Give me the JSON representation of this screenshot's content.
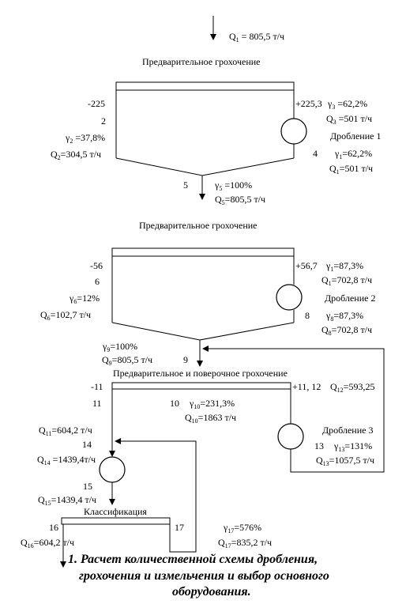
{
  "flow_in": {
    "q1": "Q",
    "q1_sub": "1",
    "q1_val": " = 805,5 т/ч"
  },
  "stage1": {
    "title": "Предварительное грохочение",
    "minus": "-225",
    "node2": "2",
    "g2": "γ",
    "g2_sub": "2",
    "g2_val": " =37,8%",
    "q2": "Q",
    "q2_sub": "2",
    "q2_val": "=304,5 т/ч",
    "plus": "+225,3",
    "g3": "γ",
    "g3_sub": "3",
    "g3_val": " =62,2%",
    "q3": "Q",
    "q3_sub": "3",
    "q3_val": " =501 т/ч",
    "crusher": "Дробление 1",
    "node4": "4",
    "g1": "γ",
    "g1_sub": "1",
    "g1_val": "=62,2%",
    "q1b": "Q",
    "q1b_sub": "1",
    "q1b_val": "=501 т/ч",
    "node5": "5",
    "g5": "γ",
    "g5_sub": "5",
    "g5_val": " =100%",
    "q5": "Q",
    "q5_sub": "5",
    "q5_val": "=805,5 т/ч"
  },
  "stage2": {
    "title": "Предварительное грохочение",
    "minus": "-56",
    "node6": "6",
    "g6": "γ",
    "g6_sub": "6",
    "g6_val": "=12%",
    "q6": "Q",
    "q6_sub": "6",
    "q6_val": "=102,7 т/ч",
    "plus": "+56,7",
    "g1": "γ",
    "g1_sub": "1",
    "g1_val": "=87,3%",
    "q1": "Q",
    "q1_sub": "1",
    "q1_val": "=702,8 т/ч",
    "crusher": "Дробление 2",
    "node8": "8",
    "g8": "γ",
    "g8_sub": "8",
    "g8_val": "=87,3%",
    "q8": "Q",
    "q8_sub": "8",
    "q8_val": "=702,8 т/ч",
    "g9": "γ",
    "g9_sub": "9",
    "g9_val": "=100%",
    "q9": "Q",
    "q9_sub": "9",
    "q9_val": "=805,5 т/ч",
    "node9": "9"
  },
  "stage3": {
    "title": "Предварительное и поверочное грохочение",
    "minus": "-11",
    "node11": "11",
    "plus": "+11, 12",
    "q12": "Q",
    "q12_sub": "12",
    "q12_val": "=593,25",
    "node10": "10",
    "g10": "γ",
    "g10_sub": "10",
    "g10_val": "=231,3%",
    "q10": "Q",
    "q10_sub": "10",
    "q10_val": "=1863 т/ч",
    "crusher": "Дробление 3",
    "node13": "13",
    "g13": "γ",
    "g13_sub": "13",
    "g13_val": "=131%",
    "q13": "Q",
    "q13_sub": "13",
    "q13_val": "=1057,5 т/ч",
    "q11": "Q",
    "q11_sub": "11",
    "q11_val": "=604,2 т/ч",
    "node14": "14",
    "q14": "Q",
    "q14_sub": "14",
    "q14_val": " =1439,4т/ч",
    "node15": "15",
    "q15": "Q",
    "q15_sub": "15",
    "q15_val": "=1439,4 т/ч"
  },
  "classify": {
    "title": "Классификация",
    "node16": "16",
    "node17": "17",
    "q16": "Q",
    "q16_sub": "16",
    "q16_val": "=604,2 т/ч",
    "g17": "γ",
    "g17_sub": "17",
    "g17_val": "=576%",
    "q17": "Q",
    "q17_sub": "17",
    "q17_val": "=835,2 т/ч"
  },
  "caption": {
    "line1": "1. Расчет  количественной схемы дробления,",
    "line2": "грохочения и измельчения и выбор основного",
    "line3": "оборудования."
  }
}
